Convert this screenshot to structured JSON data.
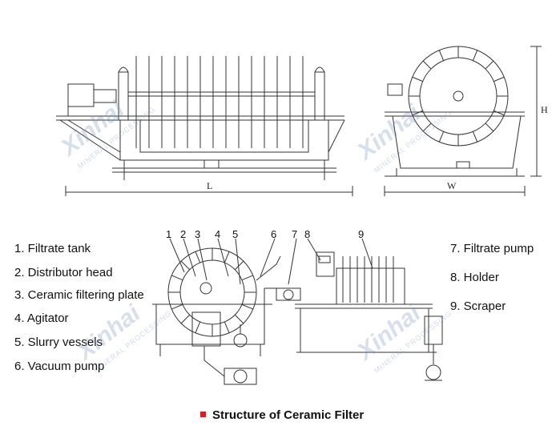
{
  "dimensions": {
    "length": "L",
    "width": "W",
    "height": "H"
  },
  "callout_numbers": [
    "1",
    "2",
    "3",
    "4",
    "5",
    "6",
    "7",
    "8",
    "9"
  ],
  "legend_left": [
    "1.  Filtrate tank",
    "2.  Distributor head",
    "3. Ceramic filtering plate",
    "4.  Agitator",
    "5.  Slurry vessels",
    "6.  Vacuum pump"
  ],
  "legend_right": [
    "7. Filtrate pump",
    "8.  Holder",
    "9. Scraper"
  ],
  "watermark": {
    "brand": "Xinhai",
    "sub": "MINERAL PROCESSING"
  },
  "caption": "Structure of Ceramic Filter",
  "colors": {
    "caption_bullet": "#d42020",
    "watermark": "#7896be",
    "line": "#333333"
  }
}
